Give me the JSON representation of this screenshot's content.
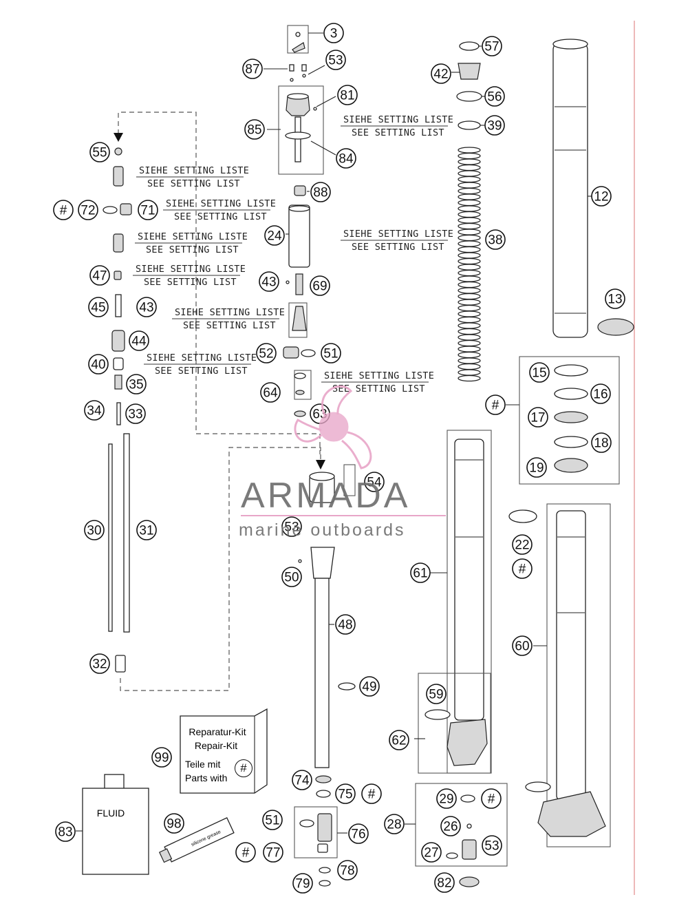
{
  "brand": {
    "name": "ARMADA",
    "tagline": "marine outboards",
    "logo_color": "#e8a6c8",
    "text_color": "#6f6f6f"
  },
  "setting_note": {
    "line1": "SIEHE SETTING LISTE",
    "line2": "SEE SETTING LIST"
  },
  "repair_kit": {
    "title_de": "Reparatur-Kit",
    "title_en": "Repair-Kit",
    "parts_de": "Teile mit",
    "parts_en": "Parts with",
    "marker": "#"
  },
  "fluid_label": "FLUID",
  "tube_label": "silicone grease",
  "callouts": [
    "3",
    "87",
    "53",
    "81",
    "85",
    "84",
    "88",
    "24",
    "43",
    "69",
    "55",
    "72",
    "71",
    "47",
    "45",
    "43",
    "44",
    "40",
    "35",
    "34",
    "33",
    "30",
    "31",
    "32",
    "52",
    "51",
    "64",
    "63",
    "54",
    "53",
    "50",
    "48",
    "49",
    "57",
    "42",
    "56",
    "39",
    "38",
    "12",
    "13",
    "15",
    "16",
    "17",
    "18",
    "19",
    "61",
    "22",
    "60",
    "59",
    "62",
    "74",
    "75",
    "51",
    "76",
    "77",
    "78",
    "79",
    "99",
    "83",
    "98",
    "29",
    "26",
    "27",
    "53",
    "28",
    "82",
    "#",
    "#",
    "#",
    "#",
    "#",
    "#",
    "#"
  ]
}
